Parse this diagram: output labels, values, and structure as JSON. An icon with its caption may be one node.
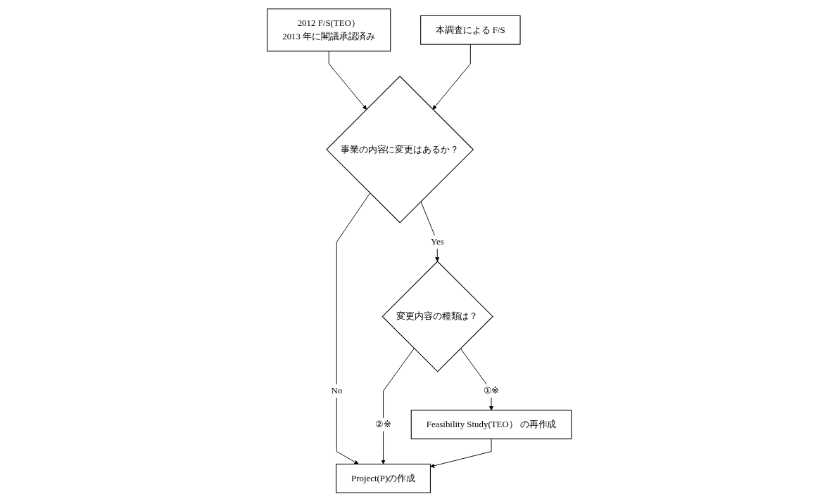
{
  "diagram": {
    "nodes": [
      {
        "text": [
          "2012 F/S(TEO）",
          "2013 年に閣議承認済み"
        ]
      },
      {
        "text": [
          "本調査による F/S"
        ]
      },
      {
        "text": [
          "事業の内容に変更はあるか？"
        ]
      },
      {
        "text": [
          "変更内容の種類は？"
        ]
      },
      {
        "text": [
          "Project(P)の作成"
        ]
      },
      {
        "text": [
          "Feasibility Study(TEO） の再作成"
        ]
      }
    ],
    "edges": [
      {
        "from": 0,
        "to": 2,
        "arrow": "to"
      },
      {
        "from": 1,
        "to": 2,
        "arrow": "to"
      },
      {
        "from": 2,
        "to": 3,
        "label": "Yes",
        "arrow": "to"
      },
      {
        "from": 2,
        "to": 4,
        "label": "No",
        "arrow": "to"
      },
      {
        "from": 3,
        "to": 4,
        "label": "②※",
        "arrow": "to"
      },
      {
        "from": 3,
        "to": 5,
        "label": "①※",
        "arrow": "to"
      },
      {
        "from": 5,
        "to": 4,
        "arrow": "to"
      }
    ]
  }
}
